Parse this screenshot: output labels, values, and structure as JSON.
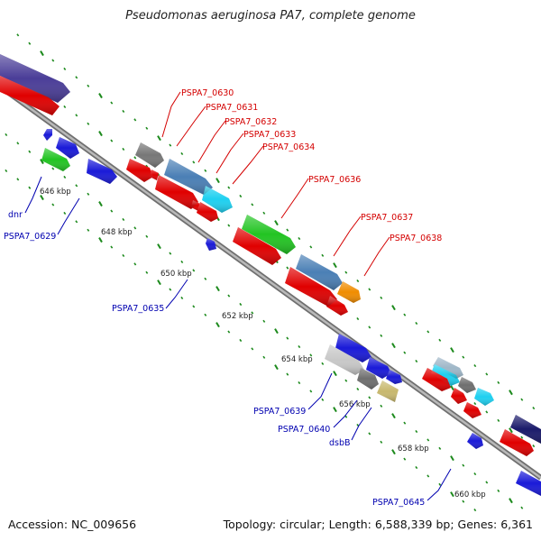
{
  "title": "Pseudomonas aeruginosa PA7, complete genome",
  "footer": {
    "accession": "Accession: NC_009656",
    "summary": "Topology: circular; Length: 6,588,339 bp; Genes: 6,361"
  },
  "colors": {
    "backbone": "#9a9a9a",
    "tick": "#1d8a1d",
    "label_red": "#d40000",
    "label_blue": "#0000b0"
  },
  "ticks": [
    {
      "label": "646 kbp"
    },
    {
      "label": "648 kbp"
    },
    {
      "label": "650 kbp"
    },
    {
      "label": "652 kbp"
    },
    {
      "label": "654 kbp"
    },
    {
      "label": "656 kbp"
    },
    {
      "label": "658 kbp"
    },
    {
      "label": "660 kbp"
    }
  ],
  "gene_labels_top": [
    "PSPA7_0630",
    "PSPA7_0631",
    "PSPA7_0632",
    "PSPA7_0633",
    "PSPA7_0634",
    "PSPA7_0636",
    "PSPA7_0637",
    "PSPA7_0638"
  ],
  "gene_labels_bottom": [
    "dnr",
    "PSPA7_0629",
    "PSPA7_0635",
    "PSPA7_0639",
    "PSPA7_0640",
    "dsbB",
    "PSPA7_0645"
  ]
}
